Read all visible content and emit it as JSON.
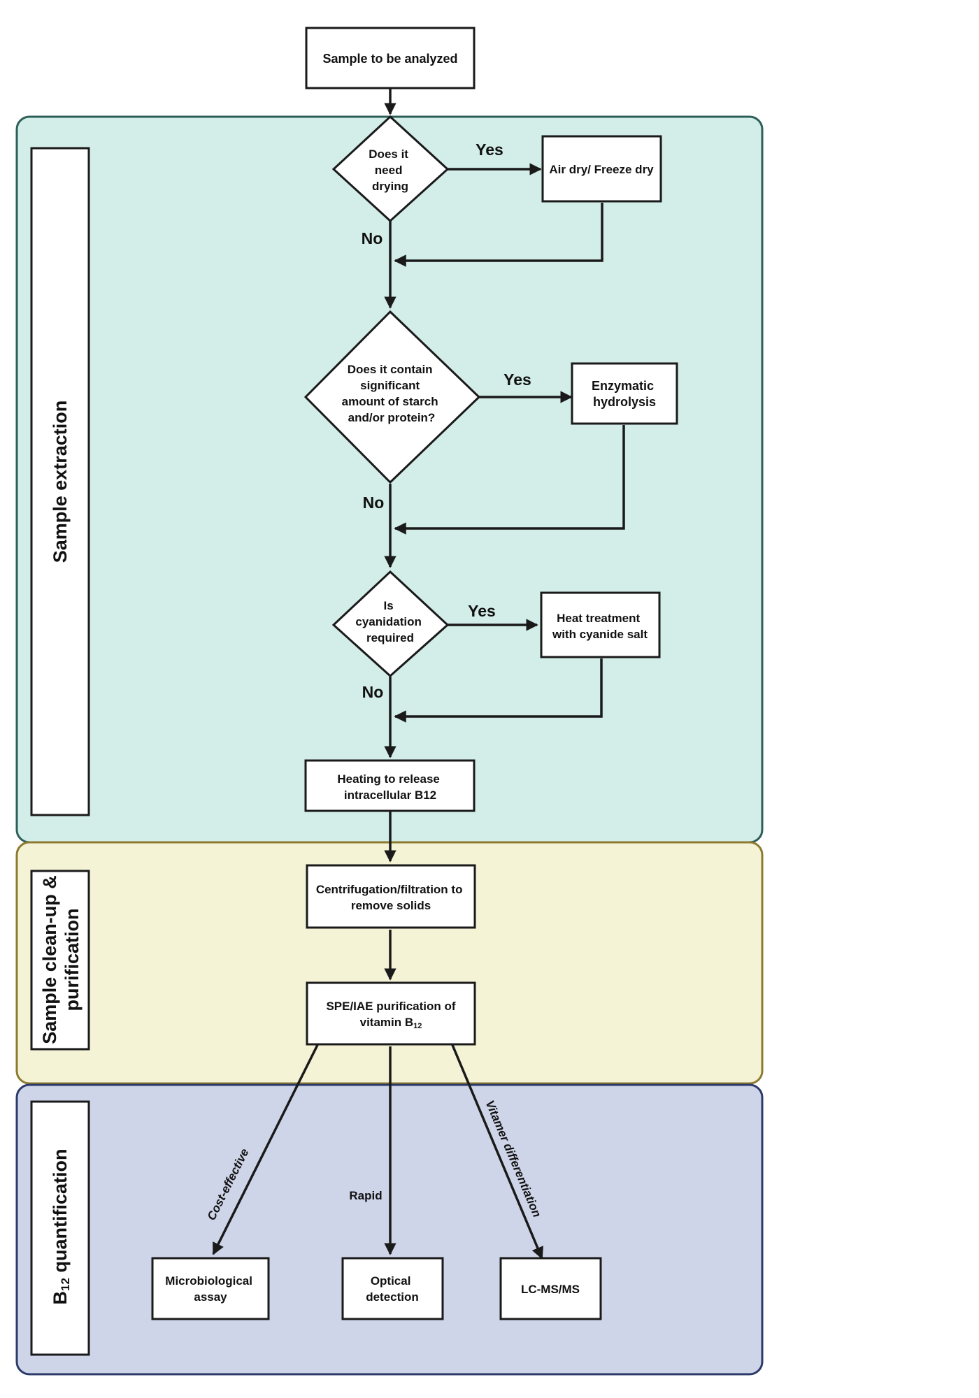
{
  "colors": {
    "extraction_fill": "#d3ede8",
    "extraction_border": "#2b5f58",
    "cleanup_fill": "#f4f3d6",
    "cleanup_border": "#8c7a2e",
    "quant_fill": "#cfd5e8",
    "quant_border": "#2c3a6a",
    "line": "#1a1a1a",
    "node_fill": "#ffffff"
  },
  "sections": {
    "extraction": "Sample extraction",
    "cleanup_line1": "Sample clean-up &",
    "cleanup_line2": "purification",
    "quant_b": "B",
    "quant_sub": "12",
    "quant_rest": " quantification"
  },
  "nodes": {
    "start": "Sample to be analyzed",
    "q1": [
      "Does it",
      "need",
      "drying"
    ],
    "dry": "Air dry/ Freeze dry",
    "q2": [
      "Does it contain",
      "significant",
      "amount of starch",
      "and/or protein?"
    ],
    "enzymatic": [
      "Enzymatic",
      "hydrolysis"
    ],
    "q3": [
      "Is",
      "cyanidation",
      "required"
    ],
    "heat_cyanide": [
      "Heat treatment",
      "with cyanide salt"
    ],
    "heating": [
      "Heating to release",
      "intracellular B12"
    ],
    "centrifugation": [
      "Centrifugation/filtration to",
      "remove solids"
    ],
    "spe_line1": "SPE/IAE purification of",
    "spe_line2": "vitamin B",
    "spe_sub": "12",
    "micro": [
      "Microbiological",
      "assay"
    ],
    "optical": [
      "Optical",
      "detection"
    ],
    "lcms": "LC-MS/MS"
  },
  "edge_labels": {
    "yes1": "Yes",
    "no1": "No",
    "yes2": "Yes",
    "no2": "No",
    "yes3": "Yes",
    "no3": "No",
    "cost": "Cost-effective",
    "rapid": "Rapid",
    "vitamer": "Vitamer differentiation"
  }
}
